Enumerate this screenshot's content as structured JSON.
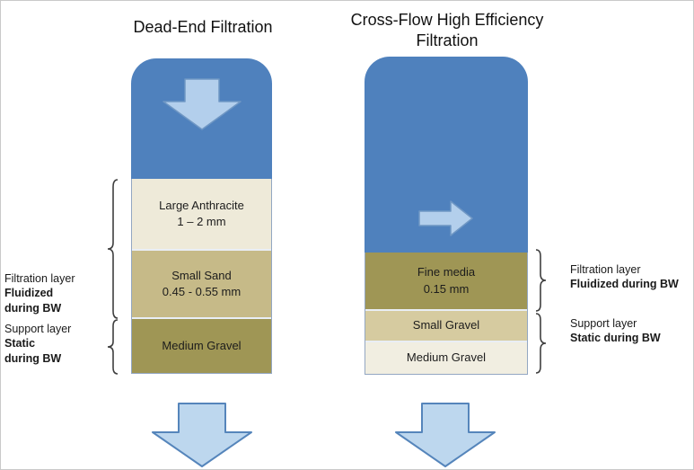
{
  "left_panel": {
    "title": "Dead-End Filtration",
    "layers": [
      {
        "name": "Large Anthracite",
        "size": "1 – 2 mm"
      },
      {
        "name": "Small Sand",
        "size": "0.45 - 0.55 mm"
      },
      {
        "name": "Medium Gravel",
        "size": ""
      }
    ],
    "annotations": [
      {
        "label": "Filtration layer",
        "bold": "Fluidized\nduring BW"
      },
      {
        "label": "Support layer",
        "bold": "Static\nduring BW"
      }
    ]
  },
  "right_panel": {
    "title": "Cross-Flow High Efficiency Filtration",
    "layers": [
      {
        "name": "Fine media",
        "size": "0.15 mm"
      },
      {
        "name": "Small Gravel",
        "size": ""
      },
      {
        "name": "Medium Gravel",
        "size": ""
      }
    ],
    "annotations": [
      {
        "label": "Filtration layer",
        "bold": "Fluidized during BW"
      },
      {
        "label": "Support layer",
        "bold": "Static during BW"
      }
    ]
  },
  "colors": {
    "column_blue": "#4f81bd",
    "arrow_fill": "#bdd7ee",
    "arrow_stroke": "#5585bb",
    "inner_arrow_fill": "#b3cfec",
    "layer_cream": "#eeead9",
    "layer_tan": "#c6ba88",
    "layer_olive": "#9f9655",
    "layer_light_tan": "#d6cba0",
    "layer_white": "#f1eee1"
  }
}
